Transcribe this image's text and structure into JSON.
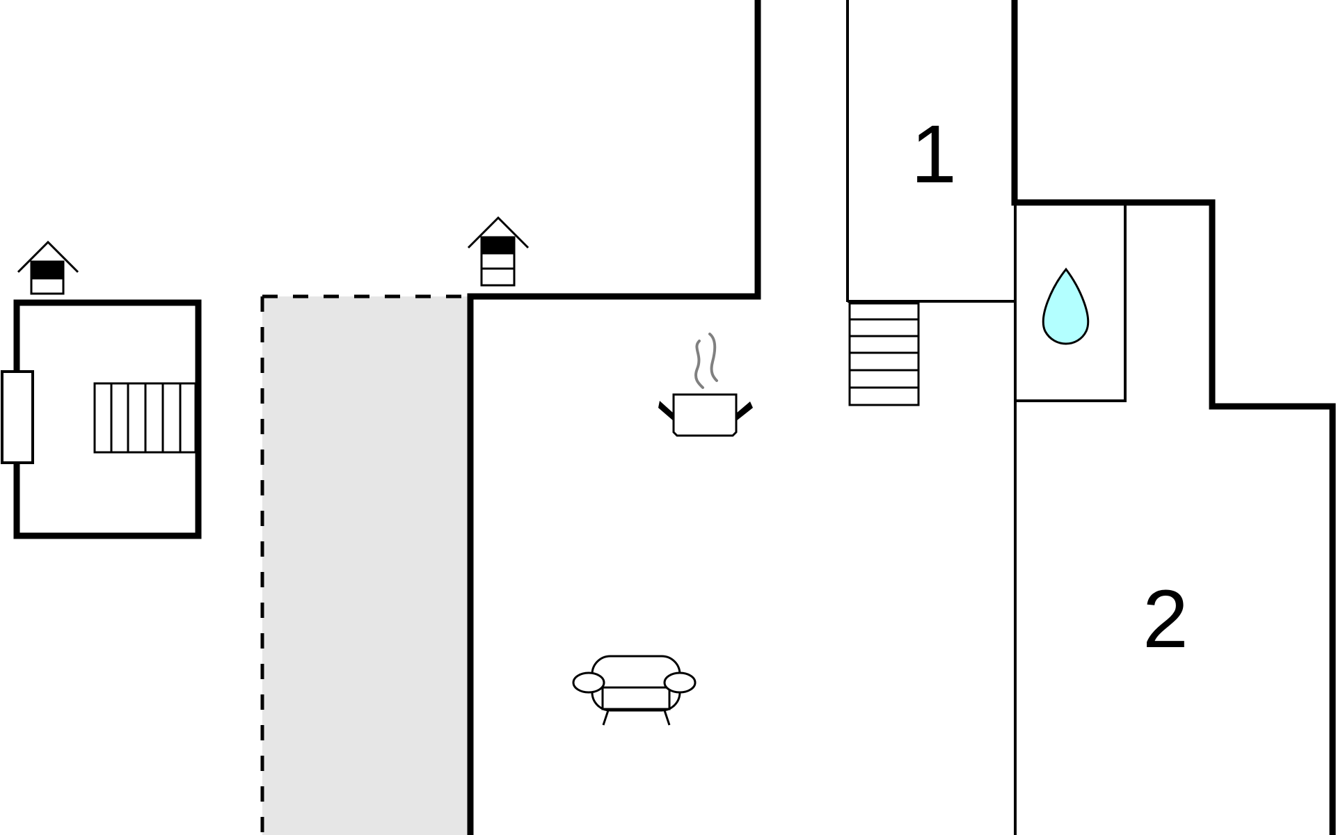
{
  "floorplan": {
    "rooms": [
      {
        "label": "1",
        "type": "room"
      },
      {
        "label": "2",
        "type": "room"
      }
    ],
    "icons": [
      {
        "name": "entrance-arrow-icon",
        "meaning": "entrance"
      },
      {
        "name": "entrance-arrow-icon",
        "meaning": "entrance"
      },
      {
        "name": "stairs-icon",
        "meaning": "stairs"
      },
      {
        "name": "stairs-icon",
        "meaning": "stairs"
      },
      {
        "name": "cooking-pot-icon",
        "meaning": "kitchen"
      },
      {
        "name": "sofa-icon",
        "meaning": "living room"
      },
      {
        "name": "water-drop-icon",
        "meaning": "bathroom"
      }
    ],
    "colors": {
      "walls": "#000000",
      "terrace_fill": "#e6e6e6",
      "water_drop": "#b3ffff",
      "steam": "#808080",
      "background": "#ffffff"
    }
  }
}
